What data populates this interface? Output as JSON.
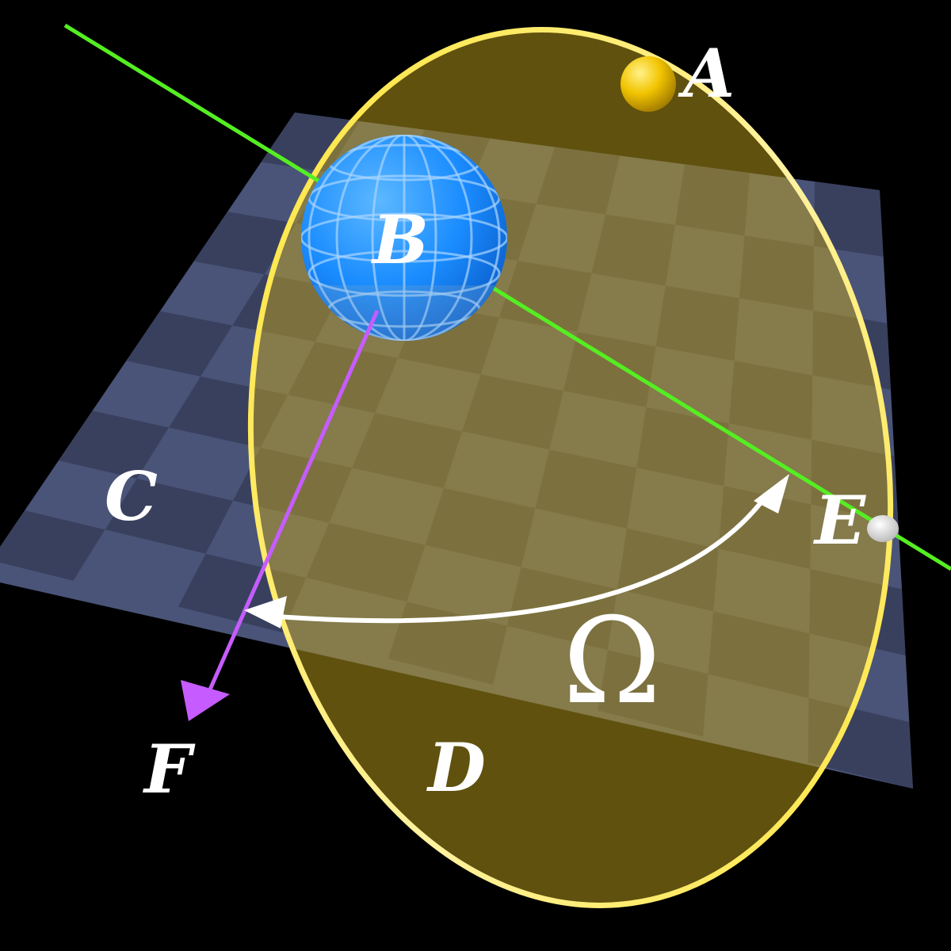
{
  "labels": {
    "a": "A",
    "b": "B",
    "c": "C",
    "d": "D",
    "e": "E",
    "f": "F",
    "omega": "Ω"
  },
  "colors": {
    "background": "#000000",
    "plane": "#4a5478",
    "plane_check": "#39405e",
    "orbit_fill": "#bfa21e",
    "orbit_ring": "#ffe433",
    "node_line": "#55ee22",
    "reference_arrow": "#c65cff",
    "arc_arrow": "#ffffff",
    "planet": "#1a8cff",
    "body_a": "#f2c400",
    "node_point": "#ffffff"
  },
  "icons": {
    "plane": "checkered-reference-plane",
    "orbit": "orbit-ellipse",
    "planet": "globe-icon",
    "body": "sphere-icon",
    "node": "dot-icon",
    "reference": "arrow-icon",
    "angle": "curved-double-arrow-icon"
  }
}
